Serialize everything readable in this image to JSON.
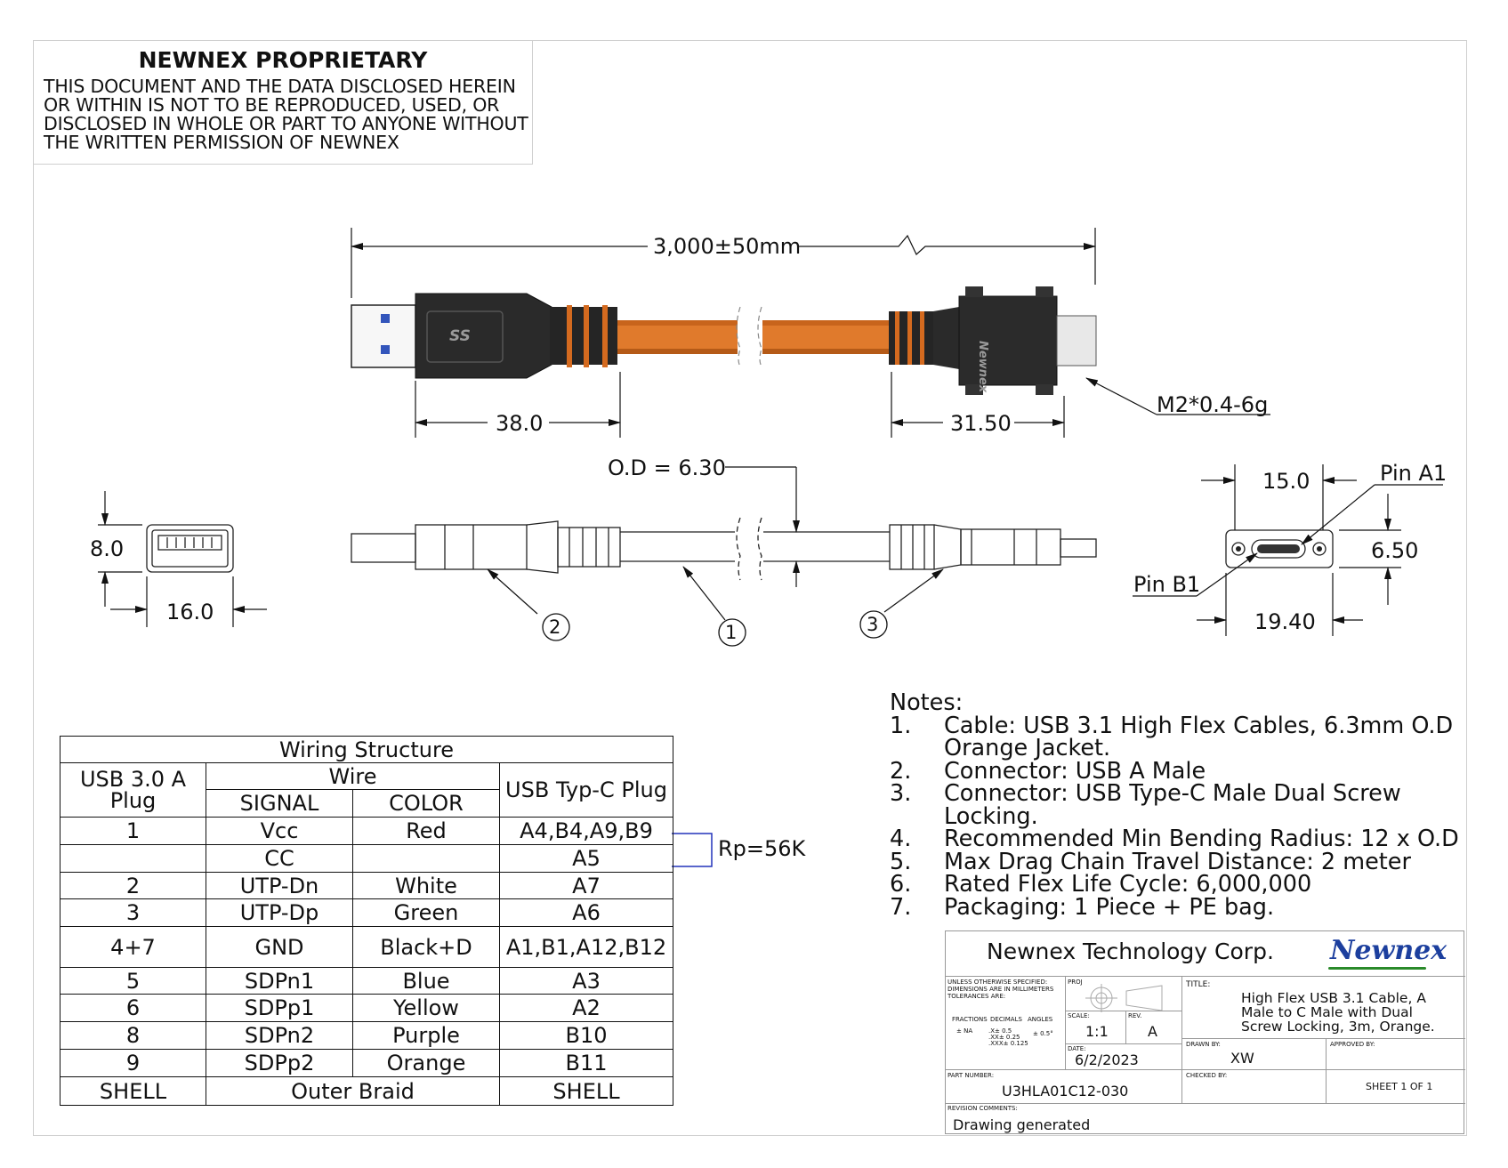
{
  "proprietary": {
    "title": "NEWNEX PROPRIETARY",
    "lines": [
      "THIS DOCUMENT AND THE DATA DISCLOSED HEREIN",
      "OR WITHIN IS NOT TO BE REPRODUCED, USED, OR",
      "DISCLOSED IN WHOLE OR PART TO ANYONE WITHOUT",
      "THE WRITTEN PERMISSION OF NEWNEX"
    ]
  },
  "dimensions": {
    "length": "3,000±50mm",
    "a_end_length": "38.0",
    "c_end_length": "31.50",
    "screw": "M2*0.4-6g",
    "od": "O.D = 6.30",
    "a_height": "8.0",
    "a_width": "16.0",
    "c_spacing": "15.0",
    "c_height": "6.50",
    "c_width": "19.40",
    "pin_a1": "Pin A1",
    "pin_b1": "Pin B1"
  },
  "balloons": [
    "1",
    "2",
    "3"
  ],
  "connector_marks": {
    "superspeed": "SS",
    "brand": "Newnex"
  },
  "wiring": {
    "title": "Wiring Structure",
    "col_a": "USB 3.0 A Plug",
    "col_wire": "Wire",
    "col_signal": "SIGNAL",
    "col_color": "COLOR",
    "col_c": "USB Typ-C Plug",
    "rows": [
      {
        "a": "1",
        "signal": "Vcc",
        "color": "Red",
        "c": "A4,B4,A9,B9"
      },
      {
        "a": "",
        "signal": "CC",
        "color": "",
        "c": "A5"
      },
      {
        "a": "2",
        "signal": "UTP-Dn",
        "color": "White",
        "c": "A7"
      },
      {
        "a": "3",
        "signal": "UTP-Dp",
        "color": "Green",
        "c": "A6"
      },
      {
        "a": "4+7",
        "signal": "GND",
        "color": "Black+D",
        "c": "A1,B1,A12,B12"
      },
      {
        "a": "5",
        "signal": "SDPn1",
        "color": "Blue",
        "c": "A3"
      },
      {
        "a": "6",
        "signal": "SDPp1",
        "color": "Yellow",
        "c": "A2"
      },
      {
        "a": "8",
        "signal": "SDPn2",
        "color": "Purple",
        "c": "B10"
      },
      {
        "a": "9",
        "signal": "SDPp2",
        "color": "Orange",
        "c": "B11"
      },
      {
        "a": "SHELL",
        "signal": "Outer Braid",
        "color": "",
        "c": "SHELL"
      }
    ],
    "resistor": "Rp=56K"
  },
  "notes": {
    "heading": "Notes:",
    "items": [
      {
        "num": "1.",
        "lines": [
          "Cable: USB 3.1 High Flex Cables, 6.3mm O.D",
          "Orange Jacket."
        ]
      },
      {
        "num": "2.",
        "lines": [
          "Connector: USB A Male"
        ]
      },
      {
        "num": "3.",
        "lines": [
          "Connector: USB Type-C Male Dual Screw",
          "Locking."
        ]
      },
      {
        "num": "4.",
        "lines": [
          "Recommended Min Bending Radius: 12 x O.D"
        ]
      },
      {
        "num": "5.",
        "lines": [
          "Max Drag Chain Travel Distance: 2 meter"
        ]
      },
      {
        "num": "6.",
        "lines": [
          "Rated Flex Life Cycle: 6,000,000"
        ]
      },
      {
        "num": "7.",
        "lines": [
          "Packaging: 1 Piece + PE bag."
        ]
      }
    ]
  },
  "title_block": {
    "company": "Newnex Technology Corp.",
    "logo": "Newnex",
    "tolerance_note": [
      "UNLESS OTHERWISE SPECIFIED:",
      "DIMENSIONS ARE IN MILLIMETERS",
      "TOLERANCES ARE:"
    ],
    "tol_headers": [
      "FRACTIONS",
      "DECIMALS",
      "ANGLES"
    ],
    "tol_values": [
      "± NA",
      ".X± 0.5",
      ".XX± 0.25",
      ".XXX± 0.125",
      "± 0.5°"
    ],
    "proj_label": "PROJ",
    "scale_label": "SCALE:",
    "scale": "1:1",
    "rev_label": "REV.",
    "rev": "A",
    "date_label": "DATE:",
    "date": "6/2/2023",
    "title_label": "TITLE:",
    "title_lines": [
      "High Flex USB 3.1 Cable, A",
      "Male to C Male with Dual",
      "Screw Locking, 3m, Orange."
    ],
    "drawn_label": "DRAWN BY:",
    "drawn": "XW",
    "approved_label": "APPROVED BY:",
    "part_label": "PART NUMBER:",
    "part": "U3HLA01C12-030",
    "checked_label": "CHECKED BY:",
    "sheet": "SHEET  1 OF 1",
    "revision_label": "REVISION COMMENTS:",
    "revision": "Drawing generated"
  },
  "colors": {
    "jacket": "#e07a2c",
    "jacket_dark": "#b55a17",
    "connector": "#2a2a2a",
    "resistor_link": "#2233bb",
    "logo_blue": "#1c3f9e",
    "logo_green": "#2a8a2a"
  }
}
